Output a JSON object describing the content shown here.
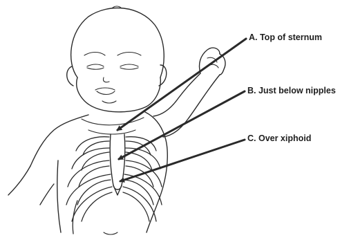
{
  "callouts": {
    "a": "A. Top of sternum",
    "b": "B. Just below nipples",
    "c": "C. Over xiphoid"
  },
  "colors": {
    "ink": "#2a2a2a",
    "background": "#ffffff"
  }
}
